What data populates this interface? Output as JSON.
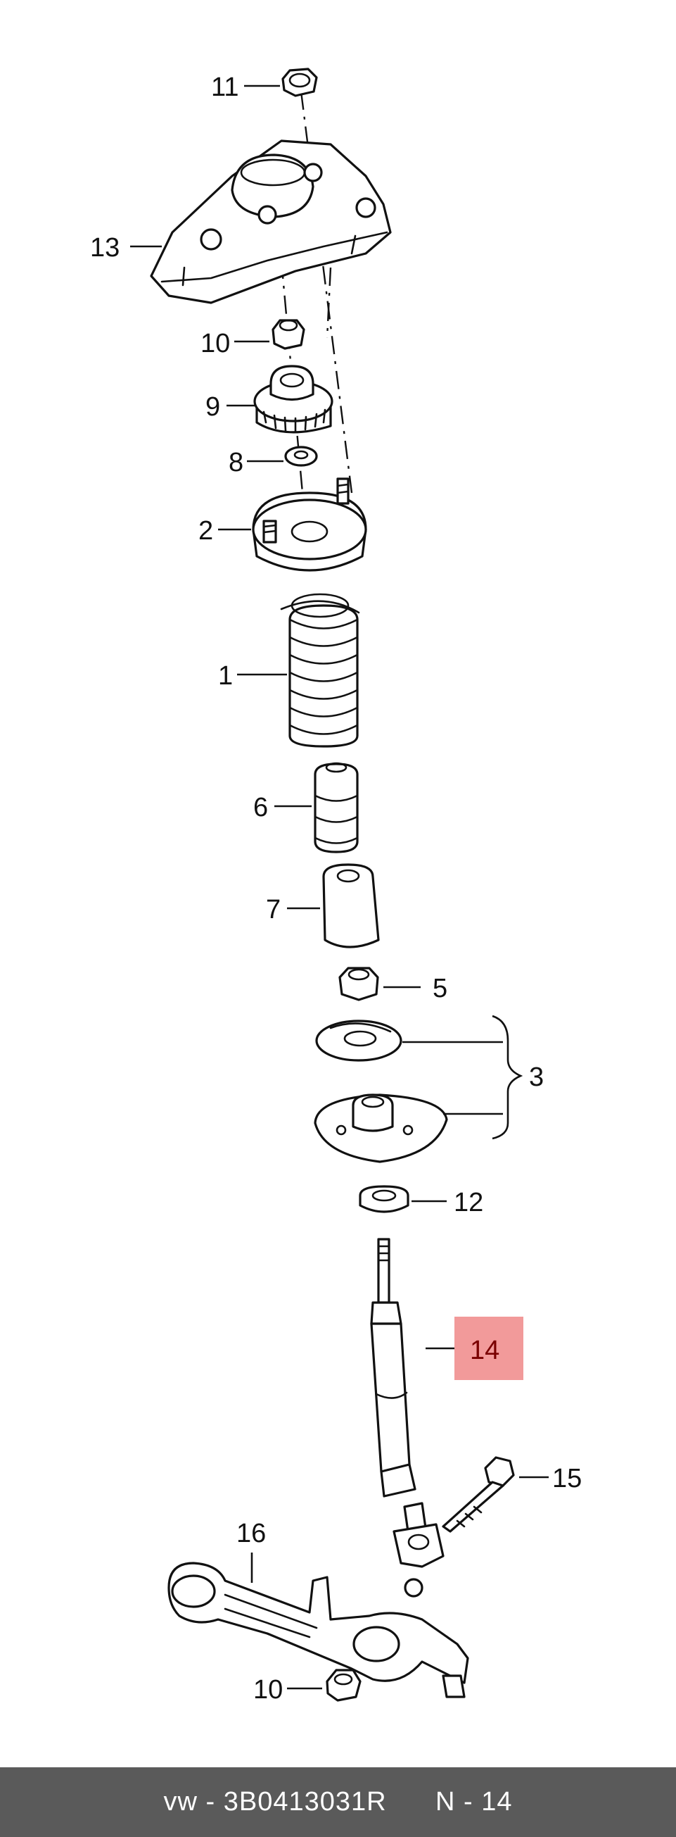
{
  "callouts": [
    {
      "id": "c11",
      "text": "11"
    },
    {
      "id": "c13",
      "text": "13"
    },
    {
      "id": "c10a",
      "text": "10"
    },
    {
      "id": "c9",
      "text": "9"
    },
    {
      "id": "c8",
      "text": "8"
    },
    {
      "id": "c2",
      "text": "2"
    },
    {
      "id": "c1",
      "text": "1"
    },
    {
      "id": "c6",
      "text": "6"
    },
    {
      "id": "c7",
      "text": "7"
    },
    {
      "id": "c5",
      "text": "5"
    },
    {
      "id": "c3",
      "text": "3"
    },
    {
      "id": "c12",
      "text": "12"
    },
    {
      "id": "c14",
      "text": "14",
      "highlighted": true
    },
    {
      "id": "c15",
      "text": "15"
    },
    {
      "id": "c16",
      "text": "16"
    },
    {
      "id": "c10b",
      "text": "10"
    }
  ],
  "highlight_color": "#f29a9a",
  "footer": {
    "brand": "vw",
    "part_number": "3B0413031R",
    "page": "N - 14"
  }
}
